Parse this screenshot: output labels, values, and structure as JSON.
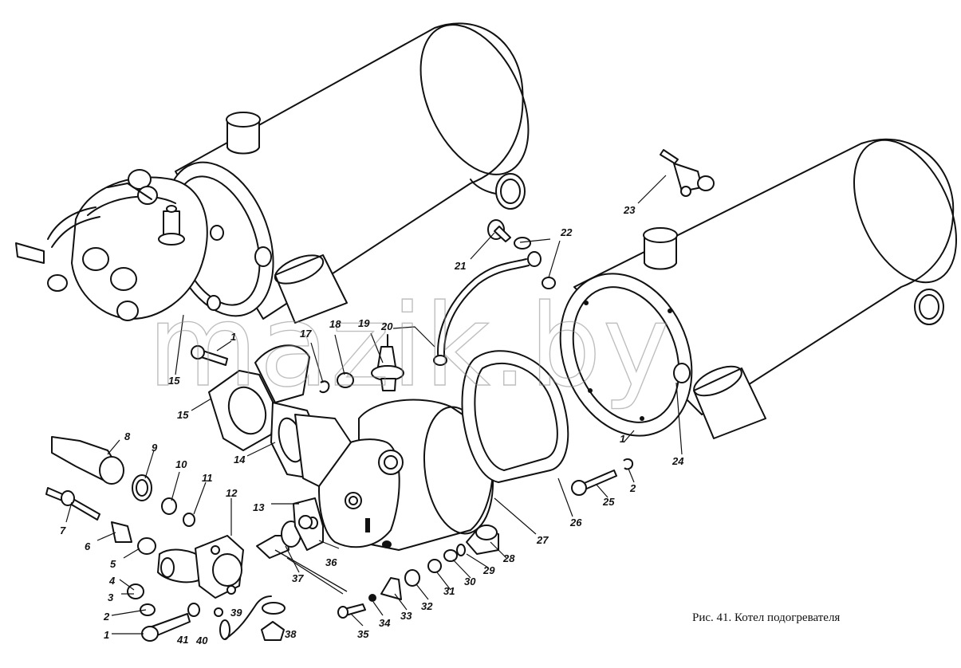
{
  "caption": "Рис. 41. Котел подогревателя",
  "watermark": "mazik.by",
  "callouts": [
    {
      "n": "1"
    },
    {
      "n": "15"
    },
    {
      "n": "17"
    },
    {
      "n": "18"
    },
    {
      "n": "19"
    },
    {
      "n": "20"
    },
    {
      "n": "21"
    },
    {
      "n": "22"
    },
    {
      "n": "23"
    },
    {
      "n": "15"
    },
    {
      "n": "14"
    },
    {
      "n": "13"
    },
    {
      "n": "8"
    },
    {
      "n": "9"
    },
    {
      "n": "10"
    },
    {
      "n": "11"
    },
    {
      "n": "12"
    },
    {
      "n": "7"
    },
    {
      "n": "6"
    },
    {
      "n": "5"
    },
    {
      "n": "4"
    },
    {
      "n": "3"
    },
    {
      "n": "2"
    },
    {
      "n": "1"
    },
    {
      "n": "41"
    },
    {
      "n": "40"
    },
    {
      "n": "39"
    },
    {
      "n": "38"
    },
    {
      "n": "36"
    },
    {
      "n": "37"
    },
    {
      "n": "35"
    },
    {
      "n": "34"
    },
    {
      "n": "33"
    },
    {
      "n": "32"
    },
    {
      "n": "31"
    },
    {
      "n": "30"
    },
    {
      "n": "29"
    },
    {
      "n": "28"
    },
    {
      "n": "27"
    },
    {
      "n": "26"
    },
    {
      "n": "25"
    },
    {
      "n": "2"
    },
    {
      "n": "1"
    },
    {
      "n": "24"
    }
  ]
}
